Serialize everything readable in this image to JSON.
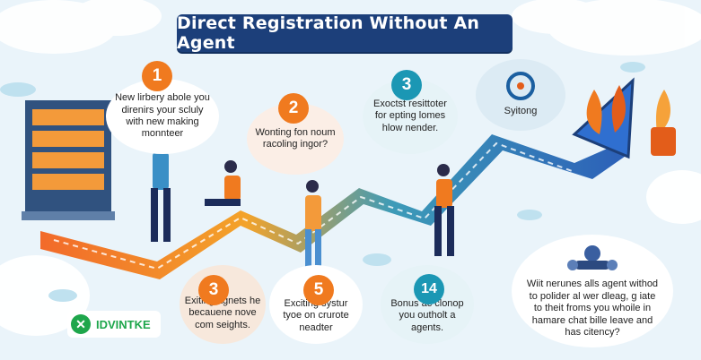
{
  "title": "Direct Registration Without An Agent",
  "logo": {
    "mark": "✕",
    "name": "IDVINTKE"
  },
  "steps": [
    {
      "number": "1",
      "text": "New lirbery abole you direnirs your scluly with new making monnteer"
    },
    {
      "number": "2",
      "text": "Wonting fon noum racoling ingor?"
    },
    {
      "number": "3",
      "text": "Exoctst resittoter for epting lomes hlow nender."
    },
    {
      "number": "3",
      "text": "Exiting agnets he becauene nove com seights."
    },
    {
      "number": "5",
      "text": "Exciting systur tyoe on crurote neadter"
    },
    {
      "number": "14",
      "text": "Bonus ac clonop you outholt a agents."
    }
  ],
  "gear_bubble": {
    "label": "Syitong"
  },
  "final_bubble": {
    "text": "Wiit nerunes alls agent withod to polider al wer dleag, g iate to theit froms you whoile in hamare chat bille leave and has citency?"
  },
  "colors": {
    "banner": "#1c3f7a",
    "orange": "#f07a1f",
    "teal": "#1b97b4",
    "arrow_blue": "#2f6fd0"
  }
}
